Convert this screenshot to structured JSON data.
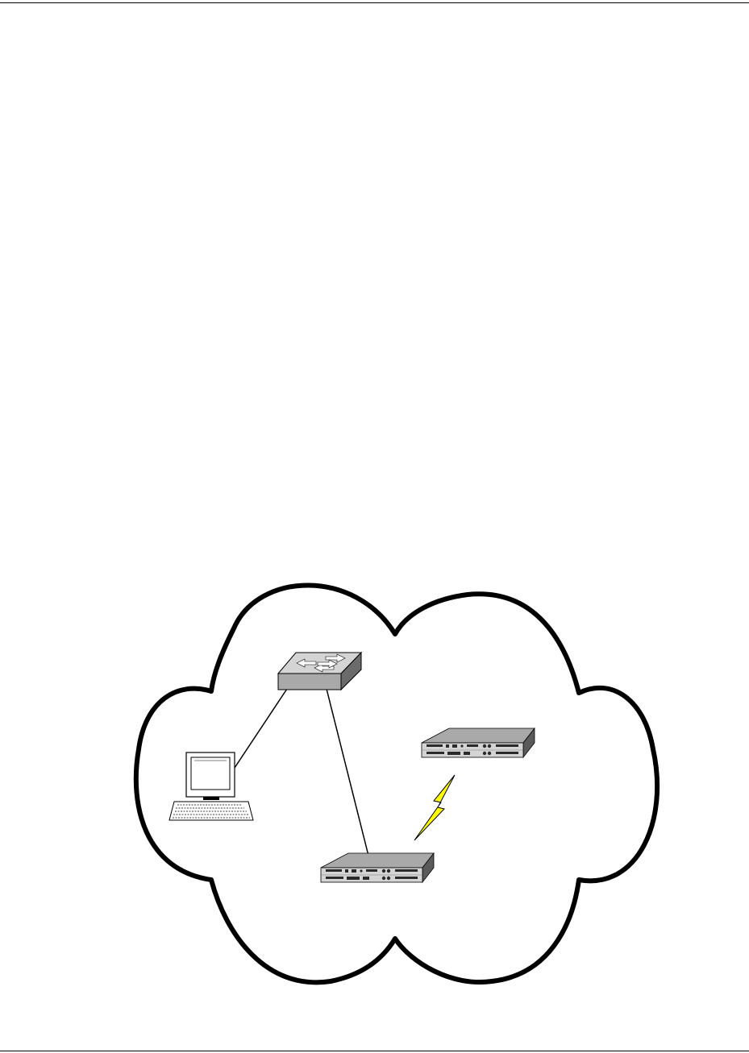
{
  "page": {
    "background": "#ffffff",
    "rule_color": "#000000"
  },
  "diagram": {
    "type": "network-topology",
    "boundary": {
      "shape": "cloud",
      "stroke_color": "#000000",
      "fill_color": "#ffffff"
    },
    "nodes": [
      {
        "id": "switch",
        "icon": "network-switch-icon"
      },
      {
        "id": "pc",
        "icon": "desktop-computer-icon"
      },
      {
        "id": "server-top",
        "icon": "rack-server-icon"
      },
      {
        "id": "server-bottom",
        "icon": "rack-server-icon"
      }
    ],
    "links": [
      {
        "from": "switch",
        "to": "pc",
        "kind": "wired"
      },
      {
        "from": "switch",
        "to": "server-bottom",
        "kind": "wired"
      },
      {
        "from": "server-top",
        "to": "server-bottom",
        "kind": "wireless",
        "icon": "lightning-bolt-icon",
        "color": "#ffff00"
      }
    ],
    "colors": {
      "device_gray": "#a9a9a9",
      "device_dark": "#5a5a5a",
      "device_light": "#d4d4d4",
      "bolt_fill": "#ffff00"
    }
  }
}
